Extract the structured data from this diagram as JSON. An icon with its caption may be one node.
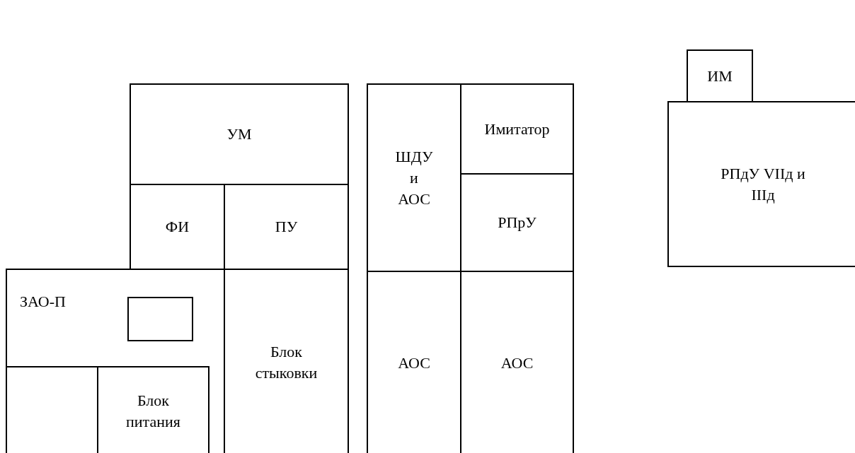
{
  "diagram": {
    "nodes": [
      {
        "text": [
          "УМ"
        ]
      },
      {
        "text": [
          "ФИ"
        ]
      },
      {
        "text": [
          "ПУ"
        ]
      },
      {
        "text": [
          "ЗАО-П"
        ]
      },
      {
        "text": [],
        "shape": "box",
        "in": 3
      },
      {
        "text": [],
        "shape": "box",
        "in": 3
      },
      {
        "text": [
          "Блок питания"
        ],
        "in": 3
      },
      {
        "text": [
          "Блок стыковки"
        ]
      },
      {
        "text": [
          "ШДУ и АОС"
        ]
      },
      {
        "text": [
          "Имитатор"
        ]
      },
      {
        "text": [
          "РПрУ"
        ]
      },
      {
        "text": [
          "АОС"
        ]
      },
      {
        "text": [
          "АОС"
        ]
      },
      {
        "text": [
          "ИМ"
        ]
      },
      {
        "text": [
          "РПдУ VIIд и IIIд"
        ]
      }
    ]
  }
}
